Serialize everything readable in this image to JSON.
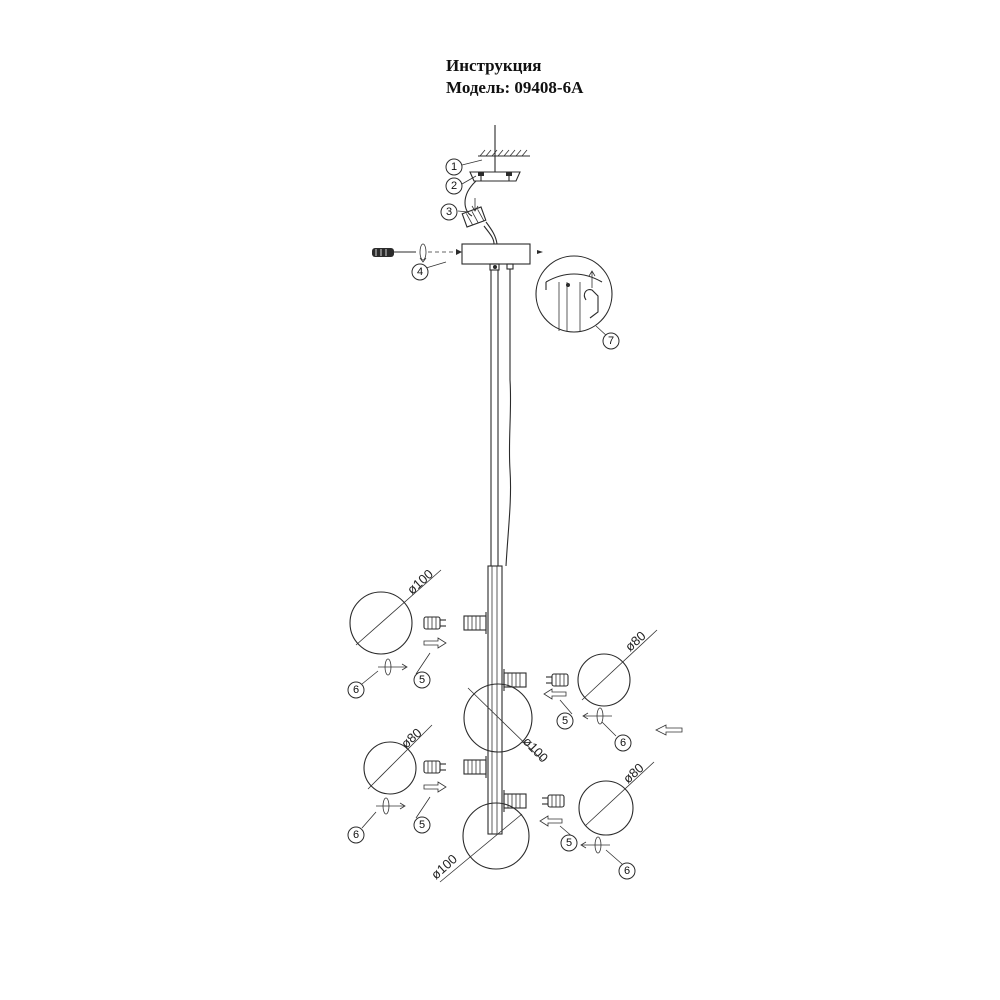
{
  "header": {
    "title": "Инструкция",
    "model": "Модель: 09408-6A"
  },
  "callouts": {
    "c1": "1",
    "c2": "2",
    "c3": "3",
    "c4": "4",
    "c5": "5",
    "c6": "6",
    "c7": "7"
  },
  "globes": {
    "upper_left": "ø100",
    "upper_right": "ø80",
    "center_middle": "ø100",
    "lower_left": "ø80",
    "lower_right": "ø80",
    "bottom_center": "ø100"
  }
}
